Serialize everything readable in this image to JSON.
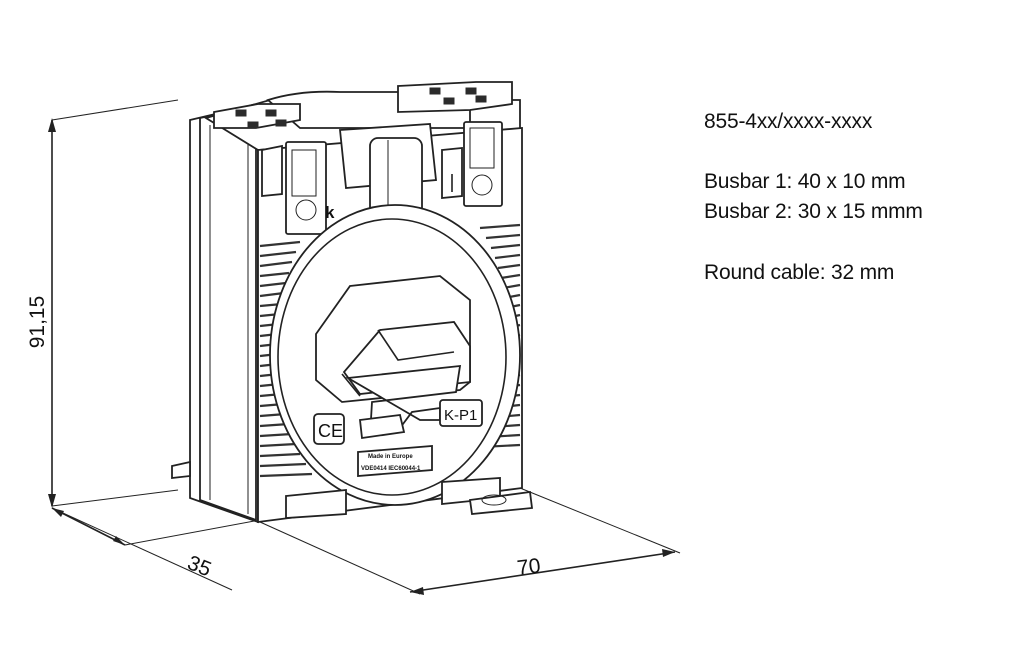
{
  "drawing": {
    "part_number": "855-4xx/xxxx-xxxx",
    "specs": [
      "Busbar 1: 40 x 10 mm",
      "Busbar 2: 30 x 15 mmm",
      "Round cable: 32 mm"
    ],
    "dimensions": {
      "height": "91,15",
      "depth": "35",
      "width": "70"
    },
    "markings": {
      "terminal_k": "k",
      "terminal_l": "l",
      "ce_mark": "CE",
      "brand_logo": "K-P1",
      "label_line_1": "Made in Europe",
      "label_line_2": "VDE0414 IEC60044-1"
    }
  }
}
